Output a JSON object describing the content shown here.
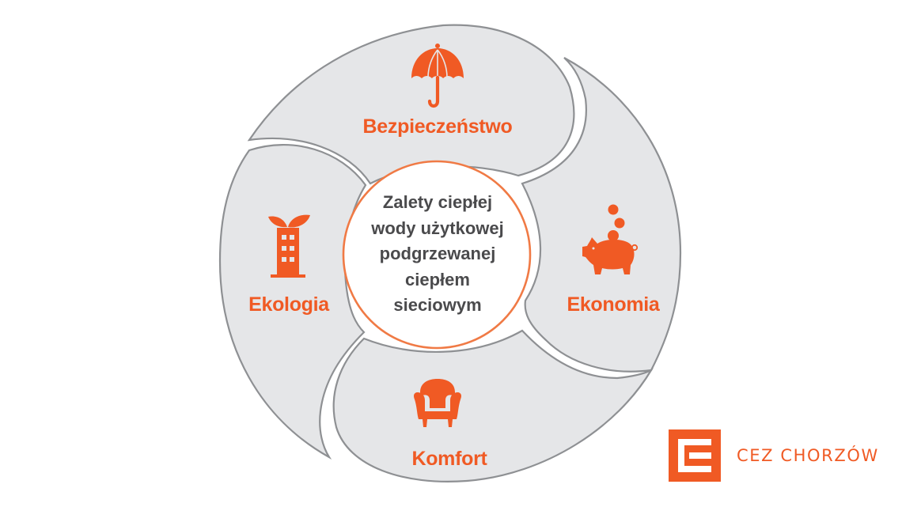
{
  "diagram": {
    "type": "cycle",
    "center_text": {
      "lines": [
        "Zalety ciepłej",
        "wody użytkowej",
        "podgrzewanej",
        "ciepłem",
        "sieciowym"
      ]
    },
    "segments": [
      {
        "id": "top",
        "label": "Bezpieczeństwo",
        "icon": "umbrella-icon"
      },
      {
        "id": "right",
        "label": "Ekonomia",
        "icon": "piggy-bank-icon"
      },
      {
        "id": "bottom",
        "label": "Komfort",
        "icon": "armchair-icon"
      },
      {
        "id": "left",
        "label": "Ekologia",
        "icon": "eco-building-icon"
      }
    ]
  },
  "brand": {
    "name": "CEZ CHORZÓW",
    "logo_icon": "cez-logo-icon"
  },
  "colors": {
    "accent": "#f05a24",
    "petal_fill": "#e5e6e8",
    "petal_stroke": "#8e9093",
    "center_ring": "#f07a45",
    "center_text": "#4a4a4c",
    "background": "#ffffff"
  }
}
